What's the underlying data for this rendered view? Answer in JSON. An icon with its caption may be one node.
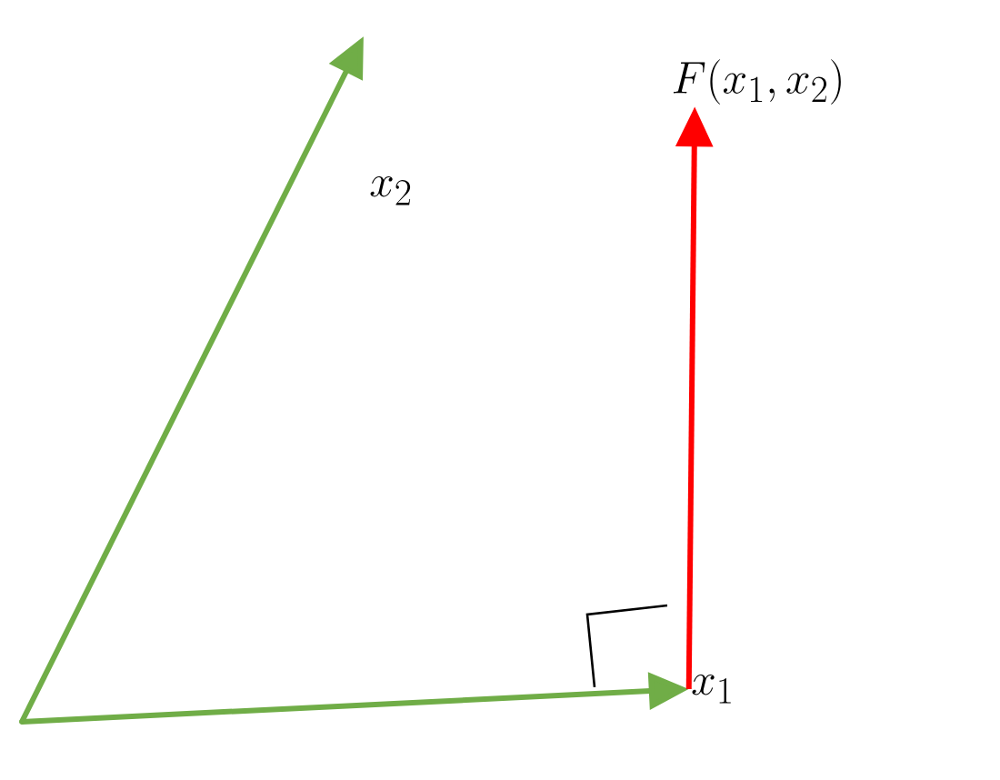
{
  "diagram": {
    "nodes": [
      {
        "text": [],
        "shape": "point"
      },
      {
        "text": [
          "x_1"
        ]
      },
      {
        "text": [
          "F(x_1,x_2)"
        ]
      }
    ],
    "edges": [
      {
        "from": 0,
        "to": 1,
        "arrow": "to"
      },
      {
        "from": 0,
        "to": null,
        "arrow": "to"
      },
      {
        "from": 1,
        "to": 2,
        "arrow": "to",
        "color": "#ff0000"
      }
    ],
    "labels": [
      "x_2"
    ]
  }
}
